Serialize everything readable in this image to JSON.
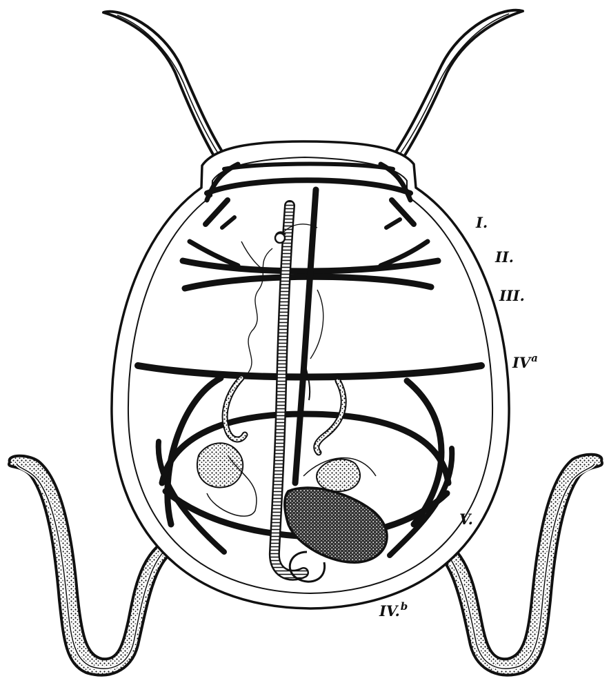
{
  "figure": {
    "labels": {
      "I": "I.",
      "II": "II.",
      "III": "III.",
      "IVa_base": "IV",
      "IVa_sup": "a",
      "V": "V.",
      "IVb_base": "IV.",
      "IVb_sup": "b"
    },
    "colors": {
      "ink": "#111111",
      "paper": "#ffffff",
      "stipple": "#222222"
    }
  }
}
